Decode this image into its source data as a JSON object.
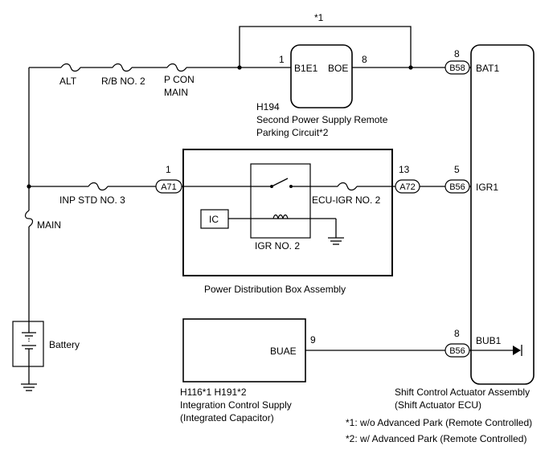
{
  "fuses": {
    "alt": "ALT",
    "rb_no2": "R/B NO. 2",
    "pcon_line1": "P CON",
    "pcon_line2": "MAIN",
    "inp_std_no3": "INP STD NO. 3",
    "main": "MAIN",
    "ecu_igr_no2": "ECU-IGR NO. 2"
  },
  "note_star1": "*1",
  "circuit_h194": {
    "id": "H194",
    "name_line1": "Second Power Supply Remote",
    "name_line2": "Parking Circuit*2",
    "pin_left_label": "B1E1",
    "pin_left_no": "1",
    "pin_right_label": "BOE",
    "pin_right_no": "8"
  },
  "power_distribution_box": {
    "name": "Power Distribution Box Assembly",
    "conn_in": "A71",
    "conn_in_pin": "1",
    "conn_out": "A72",
    "conn_out_pin": "13",
    "relay": "IGR NO. 2",
    "ic": "IC"
  },
  "battery": {
    "label": "Battery"
  },
  "integration_control_supply": {
    "id": "H116*1 H191*2",
    "name_line1": "Integration Control Supply",
    "name_line2": "(Integrated Capacitor)",
    "terminal": "BUAE",
    "pin": "9"
  },
  "shift_actuator_ecu": {
    "name_line1": "Shift Control Actuator Assembly",
    "name_line2": "(Shift Actuator ECU)",
    "terminals": [
      {
        "connector": "B58",
        "pin": "8",
        "name": "BAT1"
      },
      {
        "connector": "B56",
        "pin": "5",
        "name": "IGR1"
      },
      {
        "connector": "B56",
        "pin": "8",
        "name": "BUB1"
      }
    ]
  },
  "notes": [
    "*1: w/o Advanced Park (Remote Controlled)",
    "*2: w/ Advanced Park (Remote Controlled)"
  ]
}
